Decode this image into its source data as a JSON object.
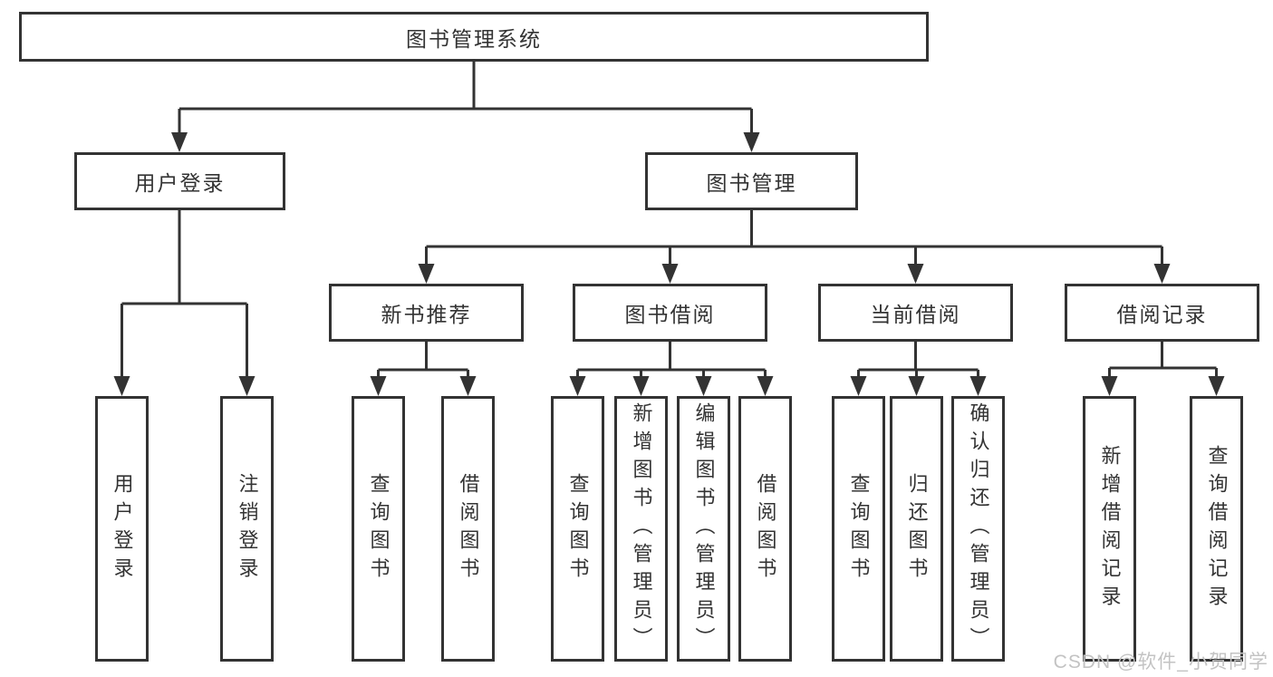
{
  "chart": {
    "root": {
      "label": "图书管理系统"
    },
    "branches": [
      {
        "label": "用户登录",
        "children": [
          {
            "label": "用户登录"
          },
          {
            "label": "注销登录"
          }
        ]
      },
      {
        "label": "图书管理",
        "children": [
          {
            "label": "新书推荐",
            "children": [
              {
                "label": "查询图书"
              },
              {
                "label": "借阅图书"
              }
            ]
          },
          {
            "label": "图书借阅",
            "children": [
              {
                "label": "查询图书"
              },
              {
                "label": "新增图书（管理员）"
              },
              {
                "label": "编辑图书（管理员）"
              },
              {
                "label": "借阅图书"
              }
            ]
          },
          {
            "label": "当前借阅",
            "children": [
              {
                "label": "查询图书"
              },
              {
                "label": "归还图书"
              },
              {
                "label": "确认归还（管理员）"
              }
            ]
          },
          {
            "label": "借阅记录",
            "children": [
              {
                "label": "新增借阅记录"
              },
              {
                "label": "查询借阅记录"
              }
            ]
          }
        ]
      }
    ]
  },
  "watermark": {
    "text": "CSDN @软件_小贺同学"
  },
  "colors": {
    "line": "#333333",
    "text": "#333333",
    "watermark": "#c3c3c3",
    "background": "#ffffff"
  }
}
